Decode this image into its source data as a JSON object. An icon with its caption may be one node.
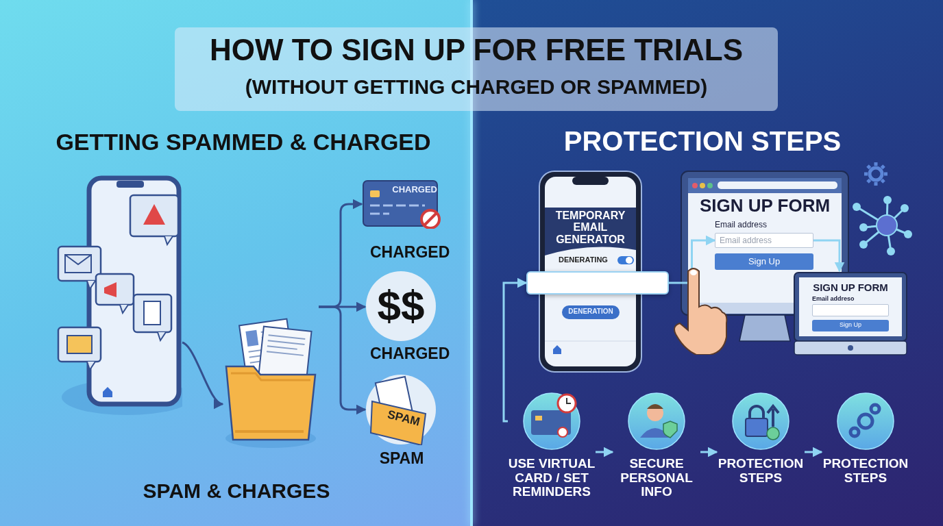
{
  "diagram": {
    "title": "HOW TO SIGN UP FOR FREE TRIALS",
    "nodes": [
      {
        "text": [],
        "shape": "picture"
      },
      {
        "text": [],
        "shape": "picture"
      },
      {
        "text": [
          "CHARGED"
        ],
        "beside": [
          "CHARGED"
        ]
      },
      {
        "text": [
          "$$"
        ],
        "beside": [
          "CHARGED"
        ]
      },
      {
        "text": [
          "SPAM"
        ],
        "beside": [
          "SPAM"
        ]
      },
      {
        "text": [
          "TEMPORARY EMAIL GENERATOR",
          "DENERATING"
        ]
      },
      {
        "text": [
          "DENERATION"
        ],
        "in": 5
      },
      {
        "text": [],
        "shape": "box"
      },
      {
        "text": [
          "SIGN UP FORM",
          "Email address"
        ]
      },
      {
        "text": [
          "Email address"
        ],
        "in": 8
      },
      {
        "text": [
          "Sign Up"
        ],
        "in": 8
      },
      {
        "text": [
          "SIGN UP FORM",
          "Email addreso"
        ]
      },
      {
        "text": [],
        "shape": "box",
        "in": 11
      },
      {
        "text": [
          "Sign Up"
        ],
        "in": 11
      },
      {
        "text": [
          "USE VIRTUAL CARD / SET REMINDERS"
        ]
      },
      {
        "text": [
          "SECURE PERSONAL INFO"
        ]
      },
      {
        "text": [
          "PROTECTION STEPS"
        ]
      },
      {
        "text": [
          "PROTECTION STEPS"
        ]
      }
    ],
    "edges": [
      {
        "from": 0,
        "to": 1,
        "arrow": "to",
        "color": "#34508f"
      },
      {
        "from": 1,
        "to": 2,
        "arrow": "to",
        "color": "#34508f"
      },
      {
        "from": 1,
        "to": 3,
        "arrow": "to",
        "color": "#34508f"
      },
      {
        "from": 1,
        "to": 4,
        "arrow": "to",
        "color": "#34508f"
      },
      {
        "from": 7,
        "to": 9,
        "arrow": "to"
      },
      {
        "from": 9,
        "to": 11,
        "arrow": "to"
      },
      {
        "from": 14,
        "to": 7,
        "arrow": "to"
      },
      {
        "from": 14,
        "to": 15,
        "arrow": "to"
      },
      {
        "from": 15,
        "to": 16,
        "arrow": "to"
      },
      {
        "from": 16,
        "to": 17,
        "arrow": "to"
      }
    ],
    "labels": [
      "(WITHOUT GETTING CHARGED OR SPAMMED)",
      "GETTING SPAMMED & CHARGED",
      "PROTECTION STEPS",
      "SPAM & CHARGES"
    ]
  }
}
